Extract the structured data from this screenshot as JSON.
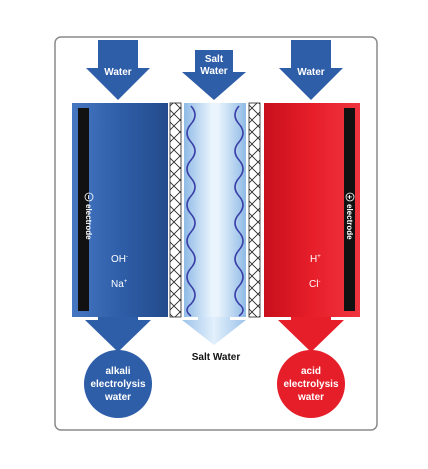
{
  "inlets": {
    "left": "Water",
    "center_line1": "Salt",
    "center_line2": "Water",
    "right": "Water"
  },
  "electrodes": {
    "negative_symbol": "−",
    "negative_label": "electrode",
    "positive_symbol": "+",
    "positive_label": "electrode"
  },
  "ions": {
    "left_1": "OH",
    "left_1_sup": "-",
    "left_2": "Na",
    "left_2_sup": "+",
    "right_1": "H",
    "right_1_sup": "+",
    "right_2": "Cl",
    "right_2_sup": "-"
  },
  "outlets": {
    "center": "Salt Water",
    "left_line1": "alkali",
    "left_line2": "electrolysis",
    "left_line3": "water",
    "right_line1": "acid",
    "right_line2": "electrolysis",
    "right_line3": "water"
  },
  "colors": {
    "alkali_blue": "#2f5ea8",
    "acid_red": "#e61e2a",
    "salt_light": "#b9d6f2",
    "wave": "#3b3fa8"
  }
}
